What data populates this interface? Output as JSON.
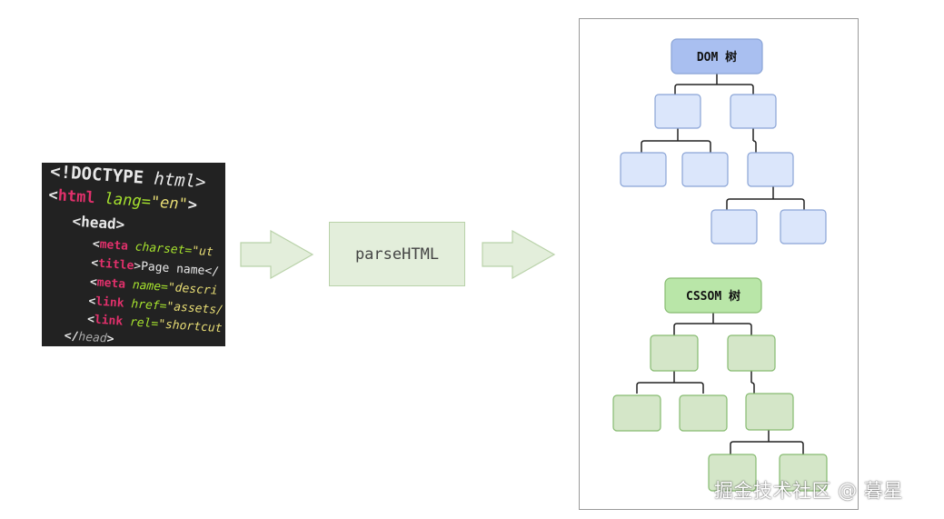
{
  "code_snippet": {
    "line1": {
      "a": "<!DOCTYPE",
      "b": " html>"
    },
    "line2": {
      "a": "<",
      "b": "html",
      "c": " lang=",
      "d": "\"en\"",
      "e": ">"
    },
    "line3": {
      "a": "<",
      "b": "head",
      "c": ">"
    },
    "line4": {
      "a": "<",
      "b": "meta",
      "c": " charset=",
      "d": "\"ut"
    },
    "line5": {
      "a": "<",
      "b": "title",
      "c": ">Page name</"
    },
    "line6": {
      "a": "<",
      "b": "meta",
      "c": " name=",
      "d": "\"descri"
    },
    "line7": {
      "a": "<",
      "b": "link",
      "c": " href=",
      "d": "\"assets/"
    },
    "line8": {
      "a": "<",
      "b": "link",
      "c": " rel=",
      "d": "\"shortcut"
    },
    "line9": {
      "a": "</",
      "b": "head",
      "c": ">"
    }
  },
  "process": {
    "label": "parseHTML"
  },
  "dom_tree": {
    "title": "DOM 树"
  },
  "cssom_tree": {
    "title": "CSSOM 树"
  },
  "watermark": "掘金技术社区 @ 暮星",
  "colors": {
    "dom_root": "#a9bff0",
    "dom_node": "#dbe6fb",
    "dom_border": "#8aa4d6",
    "cssom_root": "#b9e6a8",
    "cssom_node": "#d4e6c8",
    "cssom_border": "#86bb70",
    "process_fill": "#e3eedb",
    "code_bg": "#222222"
  }
}
